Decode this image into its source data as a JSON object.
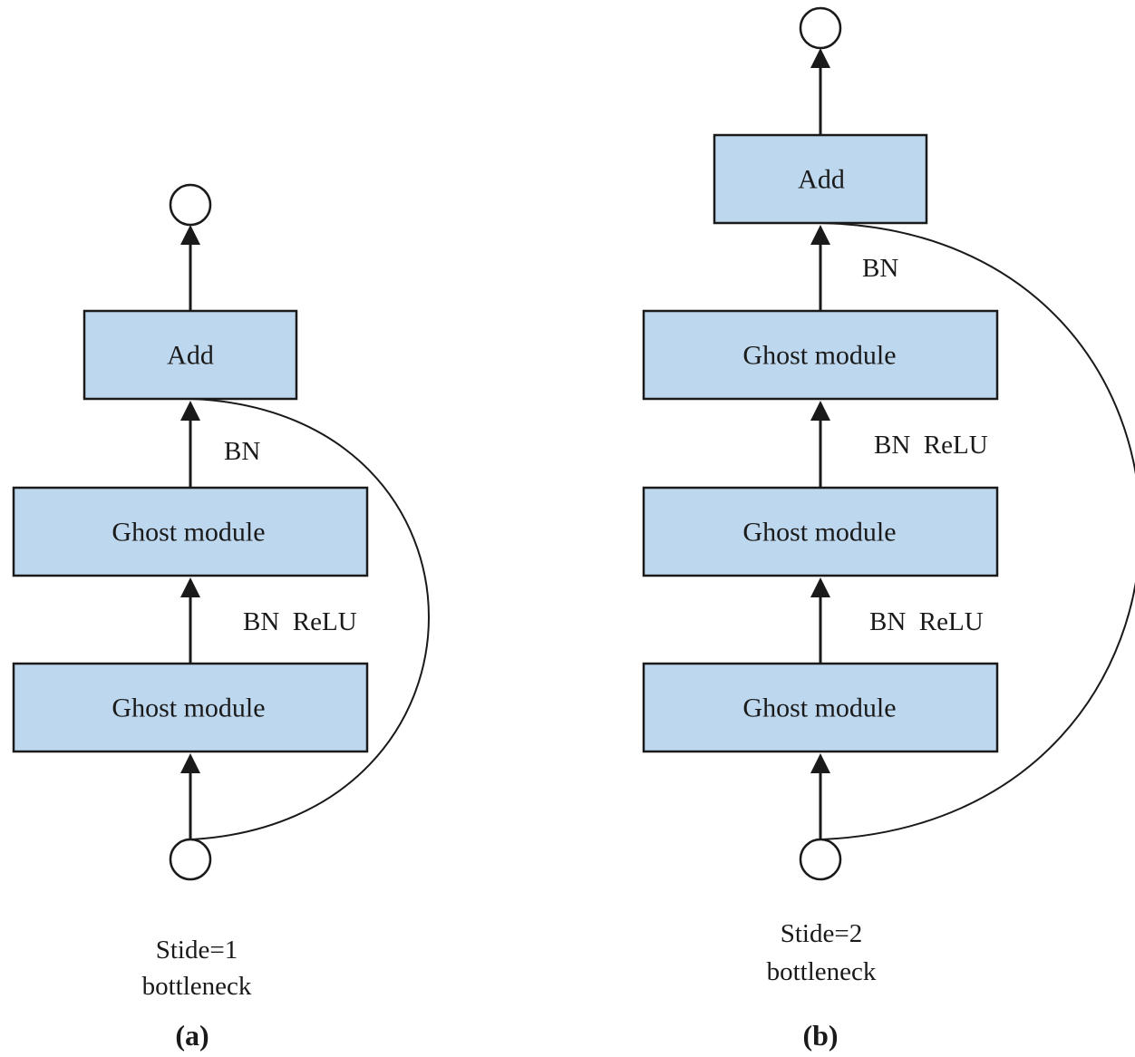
{
  "panel_a": {
    "add": "Add",
    "upper_module": "Ghost module",
    "lower_module": "Ghost module",
    "label_upper": "BN",
    "label_lower": "BN  ReLU",
    "caption_line1": "Stide=1",
    "caption_line2": "bottleneck",
    "panel_label": "(a)"
  },
  "panel_b": {
    "add": "Add",
    "top_module": "Ghost module",
    "middle_module": "Ghost module",
    "bottom_module": "Ghost module",
    "label_top": "BN",
    "label_middle": "BN  ReLU",
    "label_bottom": "BN  ReLU",
    "caption_line1": "Stide=2",
    "caption_line2": "bottleneck",
    "panel_label": "(b)"
  },
  "colors": {
    "box_fill": "#bdd7ee",
    "stroke": "#1a1a1a"
  }
}
